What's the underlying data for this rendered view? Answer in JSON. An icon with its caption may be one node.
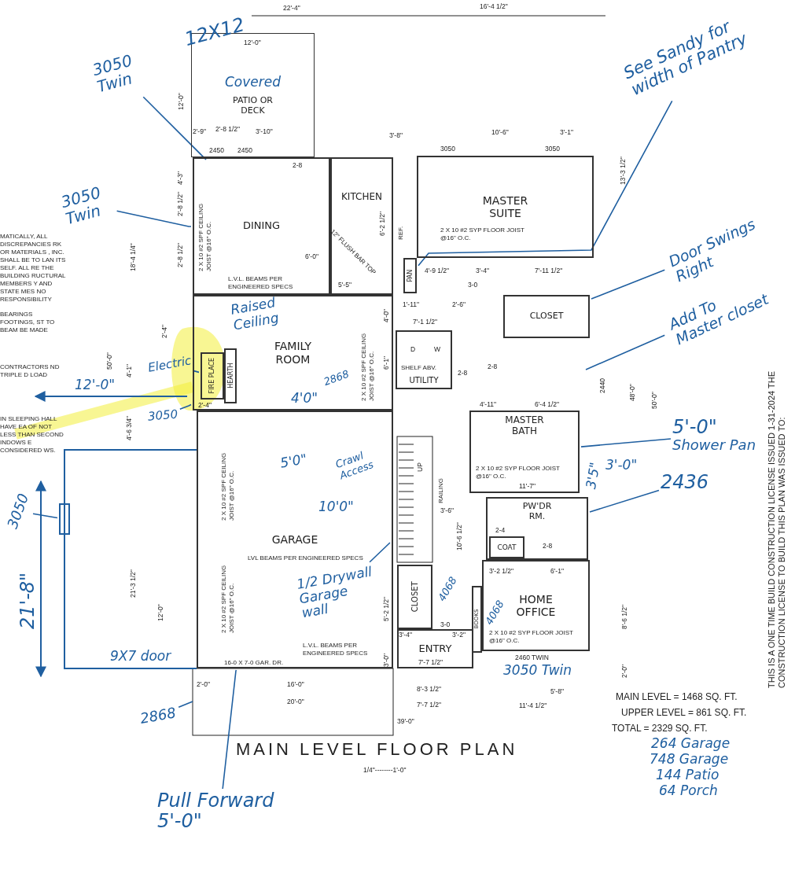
{
  "diagram": {
    "title": "MAIN LEVEL FLOOR PLAN",
    "nodes": [
      {
        "text": [
          "Covered",
          "PATIO OR DECK"
        ]
      },
      {
        "text": [
          "DINING"
        ]
      },
      {
        "text": [
          "KITCHEN"
        ]
      },
      {
        "text": [
          "MASTER SUITE"
        ]
      },
      {
        "text": [
          "PAN"
        ]
      },
      {
        "text": [
          "FAMILY ROOM"
        ]
      },
      {
        "text": [
          "FIRE PLACE"
        ],
        "in": 5
      },
      {
        "text": [
          "HEARTH"
        ],
        "in": 5
      },
      {
        "text": [
          "UTILITY"
        ]
      },
      {
        "text": [
          "CLOSET"
        ]
      },
      {
        "text": [
          "MASTER BATH"
        ]
      },
      {
        "text": [
          "PW'DR RM."
        ]
      },
      {
        "text": [
          "COAT"
        ],
        "in": 11
      },
      {
        "text": [
          "GARAGE"
        ]
      },
      {
        "text": [
          "CLOSET"
        ]
      },
      {
        "text": [
          "ENTRY"
        ]
      },
      {
        "text": [
          "BOOKS"
        ]
      },
      {
        "text": [
          "HOME OFFICE"
        ]
      },
      {
        "text": [
          "3050 Twin"
        ]
      },
      {
        "text": [
          "3050 Twin"
        ]
      },
      {
        "text": [
          "See Sandy for width of Pantry"
        ]
      },
      {
        "text": [
          "Door Swings Right"
        ]
      },
      {
        "text": [
          "Add To Master closet"
        ]
      },
      {
        "text": [
          "Electric"
        ]
      },
      {
        "text": [
          "3050"
        ]
      },
      {
        "text": [
          "5'-0\"",
          "Shower Pan"
        ]
      },
      {
        "text": [
          "2436"
        ]
      },
      {
        "text": [
          "3050"
        ]
      },
      {
        "text": [
          "2868"
        ]
      },
      {
        "text": [
          "1/2 Drywall Garage wall"
        ],
        "in": 13
      },
      {
        "text": [
          "Pull Forward 5'-0\""
        ]
      },
      {
        "text": [],
        "shape": "box"
      }
    ],
    "edges": [
      {
        "from": 18,
        "to": 1,
        "arrow": "none"
      },
      {
        "from": 19,
        "to": 1,
        "arrow": "none"
      },
      {
        "from": 20,
        "to": 4,
        "arrow": "none"
      },
      {
        "from": 21,
        "to": 9,
        "arrow": "none"
      },
      {
        "from": 22,
        "to": null,
        "arrow": "none"
      },
      {
        "from": 23,
        "to": 6,
        "arrow": "none"
      },
      {
        "from": 24,
        "to": 5,
        "arrow": "none"
      },
      {
        "from": 25,
        "to": 10,
        "arrow": "none"
      },
      {
        "from": 26,
        "to": 11,
        "arrow": "none"
      },
      {
        "from": 27,
        "to": 31,
        "arrow": "none"
      },
      {
        "from": 28,
        "to": null,
        "arrow": "none"
      },
      {
        "from": 29,
        "to": 13,
        "arrow": "none"
      },
      {
        "from": 30,
        "to": 13,
        "arrow": "none"
      }
    ],
    "labels": [
      "22'-4\"",
      "16'-4 1/2\"",
      "12X12",
      "12'-0\"",
      "12'-0\"",
      "2'-9\"",
      "2'-8 1/2\"",
      "3'-10\"",
      "2450",
      "2450",
      "2-8",
      "3'-8\"",
      "10'-6\"",
      "3'-1\"",
      "3050",
      "3050",
      "18'-4 1/4\"",
      "4'-3\"",
      "2'-8 1/2\"",
      "2'-8 1/2\"",
      "2 X 10 #2 SPF CEILING JOIST @16\" O.C.",
      "L.V.L. BEAMS PER ENGINEERED SPECS",
      "12\" FLUSH BAR TOP",
      "6'-0\"",
      "5'-5\"",
      "6'-2 1/2\"",
      "4'-9 1/2\"",
      "3'-4\"",
      "7'-11 1/2\"",
      "2 X 10 #2 SYP FLOOR JOIST @16\" O.C.",
      "13'-3 1/2\"",
      "1'-11\"",
      "2'-6\"",
      "3-0",
      "7'-1 1/2\"",
      "SHELF ABV.",
      "D",
      "W",
      "2-8",
      "2-8",
      "4'-11\"",
      "6'-4 1/2\"",
      "2440",
      "48'-0\"",
      "50'-0\"",
      "UP",
      "RAILING",
      "2 X 10 #2 SYP FLOOR JOIST @16\" O.C.",
      "11'-7\"",
      "3'-6\"",
      "10'-6 1/2\"",
      "2-8",
      "2-4",
      "3'-2 1/2\"",
      "6'-1\"",
      "3-0",
      "3'-4\"",
      "3'-2\"",
      "7'-7 1/2\"",
      "2 X 10 #2 SYP FLOOR JOIST @16\" O.C.",
      "2460 TWIN",
      "8'-6 1/2\"",
      "2'-0\"",
      "4'-1\"",
      "2'-4\"",
      "2'-4\"",
      "4'-6 3/4\"",
      "50'-0\"",
      "21'-3 1/2\"",
      "12'-0\"",
      "2 X 10 #2 SPF CEILING JOIST @16\" O.C.",
      "LVL BEAMS PER ENGINEERED SPECS",
      "2 X 10 #2 SPF CEILING JOIST @16\" O.C.",
      "16-0 X 7-0 GAR. DR.",
      "L.V.L. BEAMS PER ENGINEERED SPECS",
      "5'-2 1/2\"",
      "3'-0\"",
      "2 X 10 #2 SPF CEILING JOIST @16\" O.C.",
      "6'-1\"",
      "4'-0\"",
      "2'-0\"",
      "16'-0\"",
      "20'-0\"",
      "8'-3 1/2\"",
      "5'-8\"",
      "7'-7 1/2\"",
      "11'-4 1/2\"",
      "39'-0\"",
      "1/4\"--------1'-0\"",
      "MAIN LEVEL = 1468 SQ. FT.",
      "UPPER LEVEL = 861 SQ. FT.",
      "TOTAL = 2329 SQ. FT.",
      "THIS IS A ONE TIME BUILD CONSTRUCTION LICENSE ISSUED 1-31-2024 THE CONSTRUCTION LICENSE TO BUILD THIS PLAN WAS ISSUED TO:",
      "MATICALLY, ALL DISCREPANCIES RK OR MATERIALS , INC. SHALL BE TO LAN ITS SELF. ALL RE THE BUILDING RUCTURAL MEMBERS Y AND STATE MES NO RESPONSIBILITY",
      "BEARINGS FOOTINGS, ST TO BEAM BE MADE",
      "CONTRACTORS ND TRIPLE D LOAD",
      "IN SLEEPING HALL HAVE EA OF NOT LESS THAN SECOND INDOWS E CONSIDERED WS.",
      "Raised Ceiling",
      "4'0\"",
      "5'0\"",
      "10'0\"",
      "Crawl Access",
      "2868",
      "3'5\"",
      "3'-0\"",
      "4068",
      "4068",
      "3050 Twin",
      "21'-8\"",
      "9X7 door",
      "12'-0\"",
      "264 Garage",
      "748 Garage",
      "144 Patio",
      "64 Porch",
      "REF."
    ]
  }
}
